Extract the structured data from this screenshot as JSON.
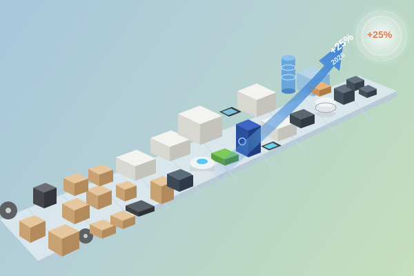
{
  "arrow_label": "+25%",
  "arrow_year": "2026",
  "corner_badge": "+25%",
  "colors": {
    "arrow": "#4d8fd6",
    "badge_text": "#e07a4a",
    "tile": "#e9f1f4",
    "box": "#d8b48a"
  }
}
